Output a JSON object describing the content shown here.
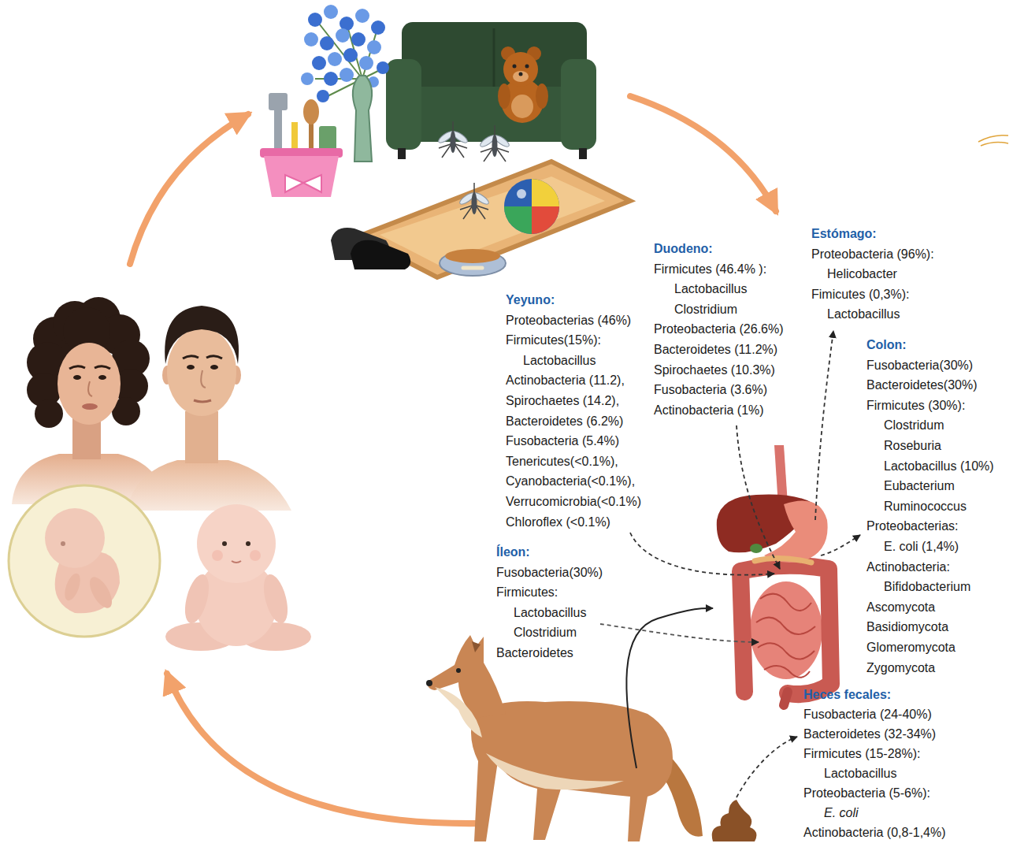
{
  "diagram": {
    "nodes": [
      {
        "text": [
          "Estómago:",
          "Proteobacteria (96%):",
          "Helicobacter",
          "Fimicutes (0,3%):",
          "Lactobacillus"
        ]
      },
      {
        "text": [
          "Duodeno:",
          "Firmicutes (46.4% ):",
          "Lactobacillus",
          "Clostridium",
          "Proteobacteria (26.6%)",
          "Bacteroidetes (11.2%)",
          "Spirochaetes (10.3%)",
          "Fusobacteria (3.6%)",
          "Actinobacteria (1%)"
        ]
      },
      {
        "text": [
          "Yeyuno:",
          "Proteobacterias (46%)",
          "Firmicutes(15%):",
          "Lactobacillus",
          "Actinobacteria (11.2),",
          "Spirochaetes (14.2),",
          "Bacteroidetes (6.2%)",
          "Fusobacteria (5.4%)",
          "Tenericutes(<0.1%),",
          "Cyanobacteria(<0.1%),",
          "Verrucomicrobia(<0.1%)",
          "Chloroflex (<0.1%)"
        ]
      },
      {
        "text": [
          "Colon:",
          "Fusobacteria(30%)",
          "Bacteroidetes(30%)",
          "Firmicutes (30%):",
          "Clostridum",
          "Roseburia",
          "Lactobacillus (10%)",
          "Eubacterium",
          "Ruminococcus",
          "Proteobacterias:",
          "E. coli (1,4%)",
          "Actinobacteria:",
          "Bifidobacterium",
          "Ascomycota",
          "Basidiomycota",
          "Glomeromycota",
          "Zygomycota"
        ]
      },
      {
        "text": [
          "Íleon:",
          "Fusobacteria(30%)",
          "Firmicutes:",
          "Lactobacillus",
          "Clostridium",
          "Bacteroidetes"
        ]
      },
      {
        "text": [
          "Heces fecales:",
          "Fusobacteria (24-40%)",
          "Bacteroidetes (32-34%)",
          "Firmicutes (15-28%):",
          "Lactobacillus",
          "Proteobacteria (5-6%):",
          "E. coli",
          "Actinobacteria (0,8-1,4%)"
        ]
      }
    ]
  }
}
